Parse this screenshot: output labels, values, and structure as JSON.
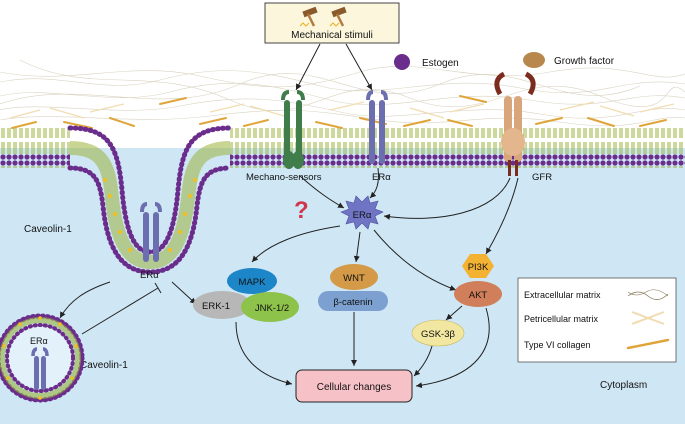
{
  "labels": {
    "mechanical_stimuli": "Mechanical stimuli",
    "estogen": "Estogen",
    "growth_factor": "Growth factor",
    "mechano_sensors": "Mechano-sensors",
    "er_alpha": "ERα",
    "gfr": "GFR",
    "caveolin_1": "Caveolin-1",
    "question_mark": "?",
    "cytoplasm": "Cytoplasm",
    "cellular_changes": "Cellular changes"
  },
  "nodes": {
    "mapk": "MAPK",
    "erk1": "ERK-1",
    "jnk": "JNK-1/2",
    "wnt": "WNT",
    "beta_catenin": "β-catenin",
    "pi3k": "PI3K",
    "akt": "AKT",
    "gsk3b": "GSK-3β",
    "er_alpha_center": "ERα"
  },
  "legend": {
    "items": [
      {
        "label": "Extracellular matrix"
      },
      {
        "label": "Petricellular matrix"
      },
      {
        "label": "Type VI collagen"
      }
    ]
  },
  "colors": {
    "cytoplasm": "#cfe7f5",
    "membrane_head": "#6a2d8c",
    "tail": "#9ab23a",
    "receptor": "#6b6fb0",
    "mechano_sensor": "#3f7d4a",
    "gfr": "#d9a57b",
    "gfr_ligand": "#7b2c1e",
    "er_alpha_node": "#6f74c4",
    "mapk": "#1d86c8",
    "erk1": "#b7b7b7",
    "jnk": "#8dc34a",
    "wnt": "#d49a47",
    "beta_catenin": "#7ca0cf",
    "pi3k": "#f4b233",
    "akt": "#d07f5a",
    "gsk3b": "#f1e7a1",
    "cellular_changes": "#f7c2c7",
    "collagen": "#e0a53a"
  }
}
